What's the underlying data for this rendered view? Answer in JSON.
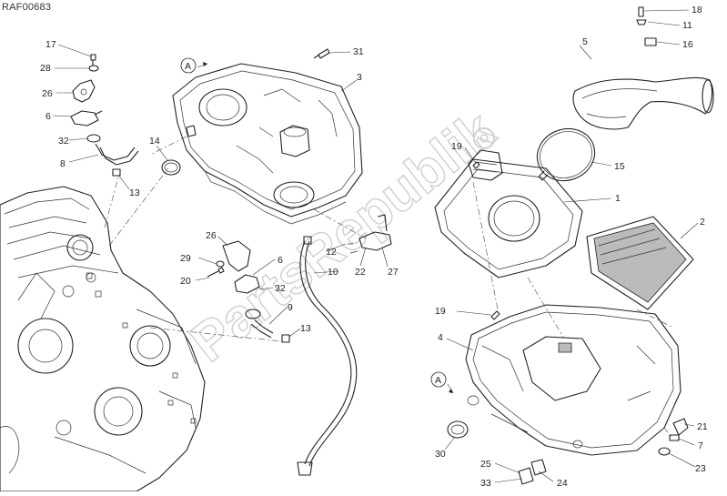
{
  "drawing_code": "RAF00683",
  "watermark": "PartsRepublik",
  "view_marker": "A",
  "callouts": [
    "17",
    "28",
    "26",
    "6",
    "32",
    "8",
    "13",
    "14",
    "1",
    "2",
    "3",
    "4",
    "5",
    "6",
    "7",
    "10",
    "11",
    "12",
    "13",
    "15",
    "16",
    "18",
    "19",
    "19",
    "20",
    "21",
    "22",
    "23",
    "24",
    "25",
    "26",
    "27",
    "29",
    "30",
    "31",
    "32",
    "33",
    "9"
  ]
}
